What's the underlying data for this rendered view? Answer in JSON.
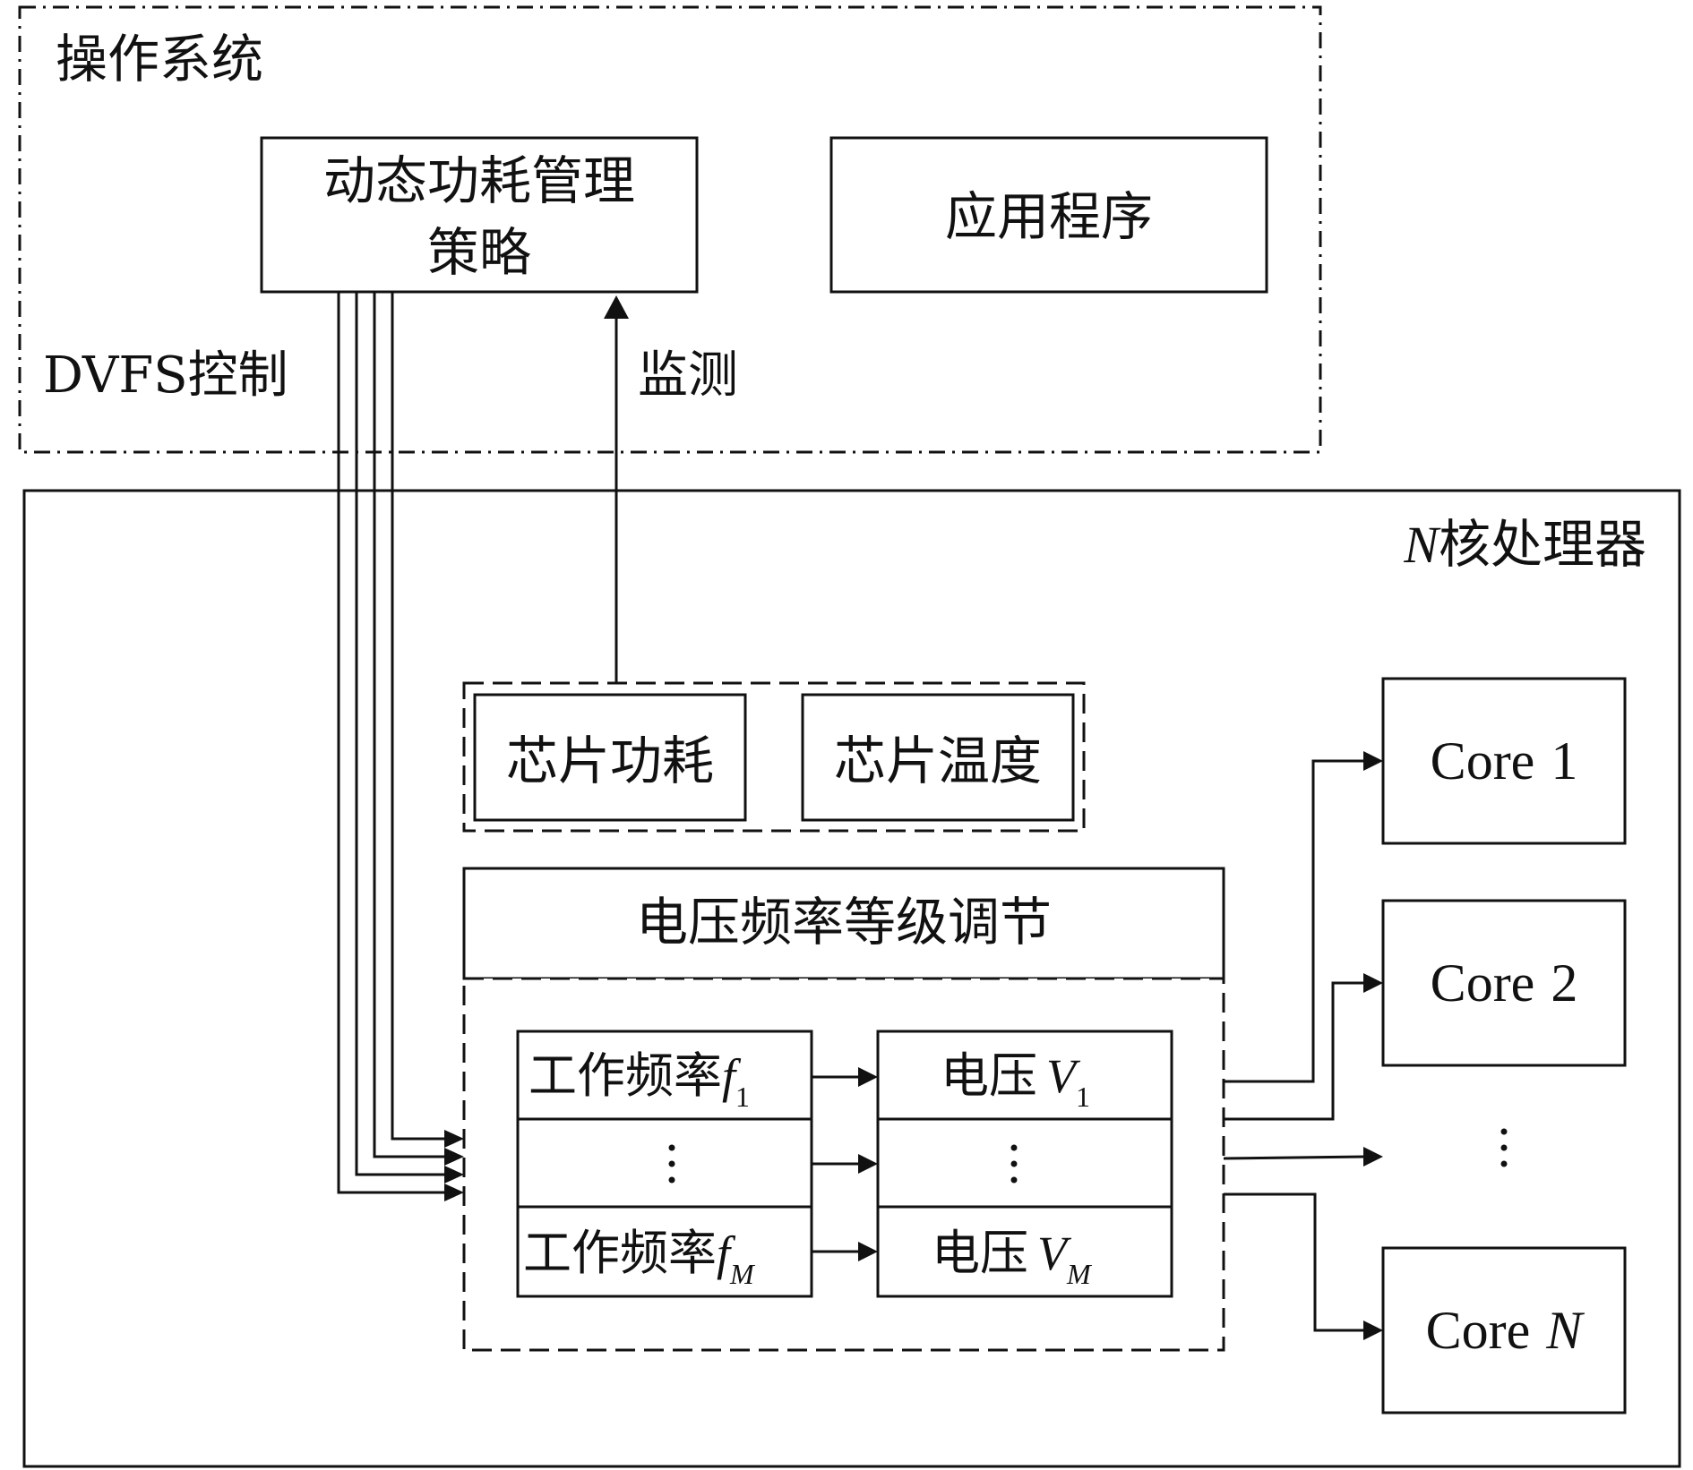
{
  "os_region": {
    "title": "操作系统"
  },
  "dpm_box": {
    "line1": "动态功耗管理",
    "line2": "策略"
  },
  "app_box": {
    "label": "应用程序"
  },
  "edge_labels": {
    "dvfs": "DVFS控制",
    "monitor": "监测"
  },
  "processor": {
    "title_var": "N",
    "title_text": "核处理器"
  },
  "sensors": {
    "power": "芯片功耗",
    "temperature": "芯片温度"
  },
  "vf_module": {
    "title": "电压频率等级调节",
    "freq_text": "工作频率",
    "freq_var": "f",
    "volt_text": "电压",
    "volt_var": "V",
    "sub_first": "1",
    "sub_last": "M"
  },
  "cores": [
    {
      "word": "Core",
      "num": "1"
    },
    {
      "word": "Core",
      "num": "2"
    },
    {
      "word": "Core",
      "num": "N"
    }
  ],
  "colors": {
    "stroke": "#111111",
    "background": "#ffffff"
  }
}
